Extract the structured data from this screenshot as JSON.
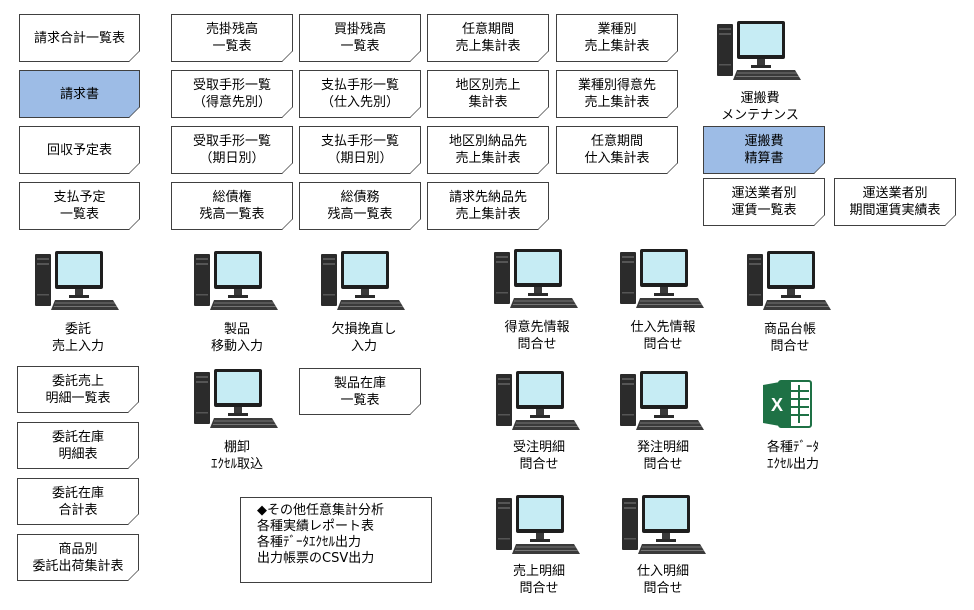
{
  "reports": {
    "r1": "請求合計一覧表",
    "r2": "請求書",
    "r3": "回収予定表",
    "r4": "支払予定\n一覧表",
    "r5": "売掛残高\n一覧表",
    "r6": "買掛残高\n一覧表",
    "r7": "任意期間\n売上集計表",
    "r8": "業種別\n売上集計表",
    "r9": "受取手形一覧\n（得意先別）",
    "r10": "支払手形一覧\n（仕入先別）",
    "r11": "地区別売上\n集計表",
    "r12": "業種別得意先\n売上集計表",
    "r13": "受取手形一覧\n（期日別）",
    "r14": "支払手形一覧\n（期日別）",
    "r15": "地区別納品先\n売上集計表",
    "r16": "任意期間\n仕入集計表",
    "r17": "総債権\n残高一覧表",
    "r18": "総債務\n残高一覧表",
    "r19": "請求先納品先\n売上集計表",
    "r20": "運搬費\n精算書",
    "r21": "運送業者別\n運賃一覧表",
    "r22": "運送業者別\n期間運賃実績表",
    "r23": "委託売上\n明細一覧表",
    "r24": "委託在庫\n明細表",
    "r25": "委託在庫\n合計表",
    "r26": "商品別\n委託出荷集計表",
    "r27": "製品在庫\n一覧表"
  },
  "programs": {
    "p1": "運搬費\nメンテナンス",
    "p2": "委託\n売上入力",
    "p3": "製品\n移動入力",
    "p4": "欠損挽直し\n入力",
    "p5": "得意先情報\n問合せ",
    "p6": "仕入先情報\n問合せ",
    "p7": "商品台帳\n問合せ",
    "p8": "棚卸\nｴｸｾﾙ取込",
    "p9": "受注明細\n問合せ",
    "p10": "発注明細\n問合せ",
    "p11": "各種ﾃﾞｰﾀ\nｴｸｾﾙ出力",
    "p12": "売上明細\n問合せ",
    "p13": "仕入明細\n問合せ"
  },
  "excel_icon_letter": "X",
  "note": "◆その他任意集計分析\n各種実績レポート表\n各種ﾃﾞｰﾀｴｸｾﾙ出力\n出力帳票のCSV出力",
  "colors": {
    "highlight": "#9dbce6",
    "excel_green": "#1e7145"
  }
}
